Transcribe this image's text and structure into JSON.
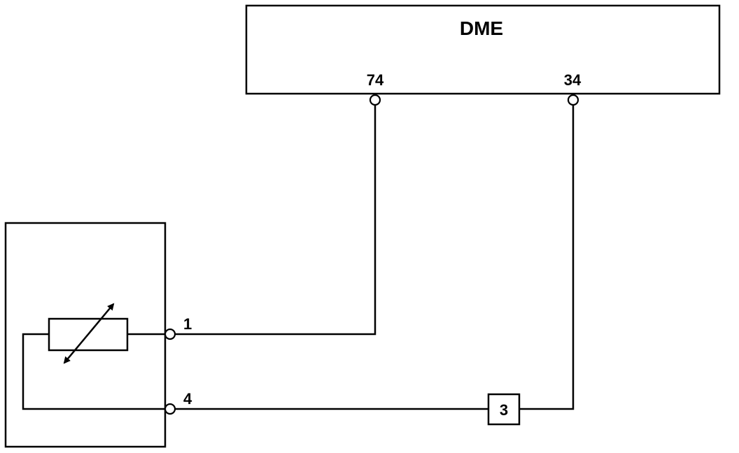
{
  "dme": {
    "label": "DME",
    "pin_74": "74",
    "pin_34": "34"
  },
  "sensor": {
    "pin_1": "1",
    "pin_4": "4",
    "icon": "variable-resistor-icon"
  },
  "connector": {
    "label": "3"
  }
}
